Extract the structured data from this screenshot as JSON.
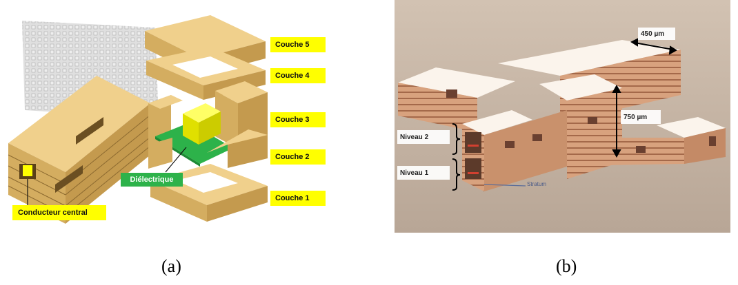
{
  "panel_a": {
    "layer_labels": [
      "Couche 5",
      "Couche 4",
      "Couche 3",
      "Couche 2",
      "Couche 1"
    ],
    "dielectric_label": "Diélectrique",
    "conductor_label": "Conducteur central",
    "caption": "(a)"
  },
  "panel_b": {
    "width_label": "450 µm",
    "height_label": "750 µm",
    "level2_label": "Niveau 2",
    "level1_label": "Niveau 1",
    "stratum_label": "Stratum",
    "caption": "(b)"
  },
  "colors": {
    "block": "#d9b466",
    "block_top": "#f0d08c",
    "block_side": "#b08a45",
    "label_yellow": "#ffff00",
    "dielectric": "#2db24a",
    "photo_bg": "#c8b6a4"
  }
}
